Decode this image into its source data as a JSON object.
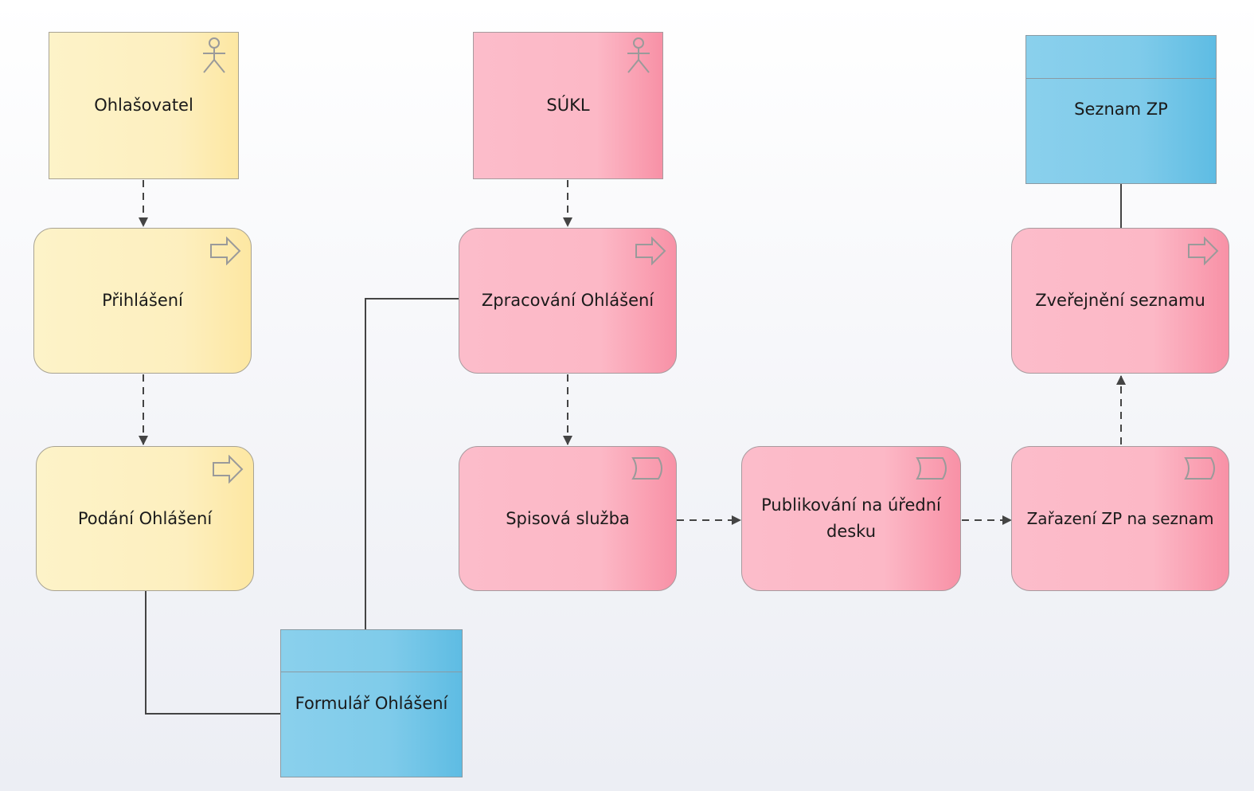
{
  "diagram": {
    "actors": {
      "ohlasovatel": "Ohlašovatel",
      "sukl": "SÚKL"
    },
    "processes": {
      "prihlaseni": "Přihlášení",
      "podani": "Podání Ohlášení",
      "zpracovani": "Zpracování Ohlášení",
      "zverejneni": "Zveřejnění seznamu"
    },
    "events": {
      "spisova": "Spisová služba",
      "publikovani": "Publikování na úřední desku",
      "zarazeni": "Zařazení ZP na seznam"
    },
    "objects": {
      "formular": "Formulář Ohlášení",
      "seznam": "Seznam ZP"
    }
  },
  "colors": {
    "actor_ohlasovatel": "#fdf0c0",
    "business_pink": "#fcb8c6",
    "data_object": "#7fcbea",
    "connector": "#444444"
  },
  "icons": {
    "actor": "actor-icon",
    "process": "process-arrow-icon",
    "event": "event-icon"
  }
}
